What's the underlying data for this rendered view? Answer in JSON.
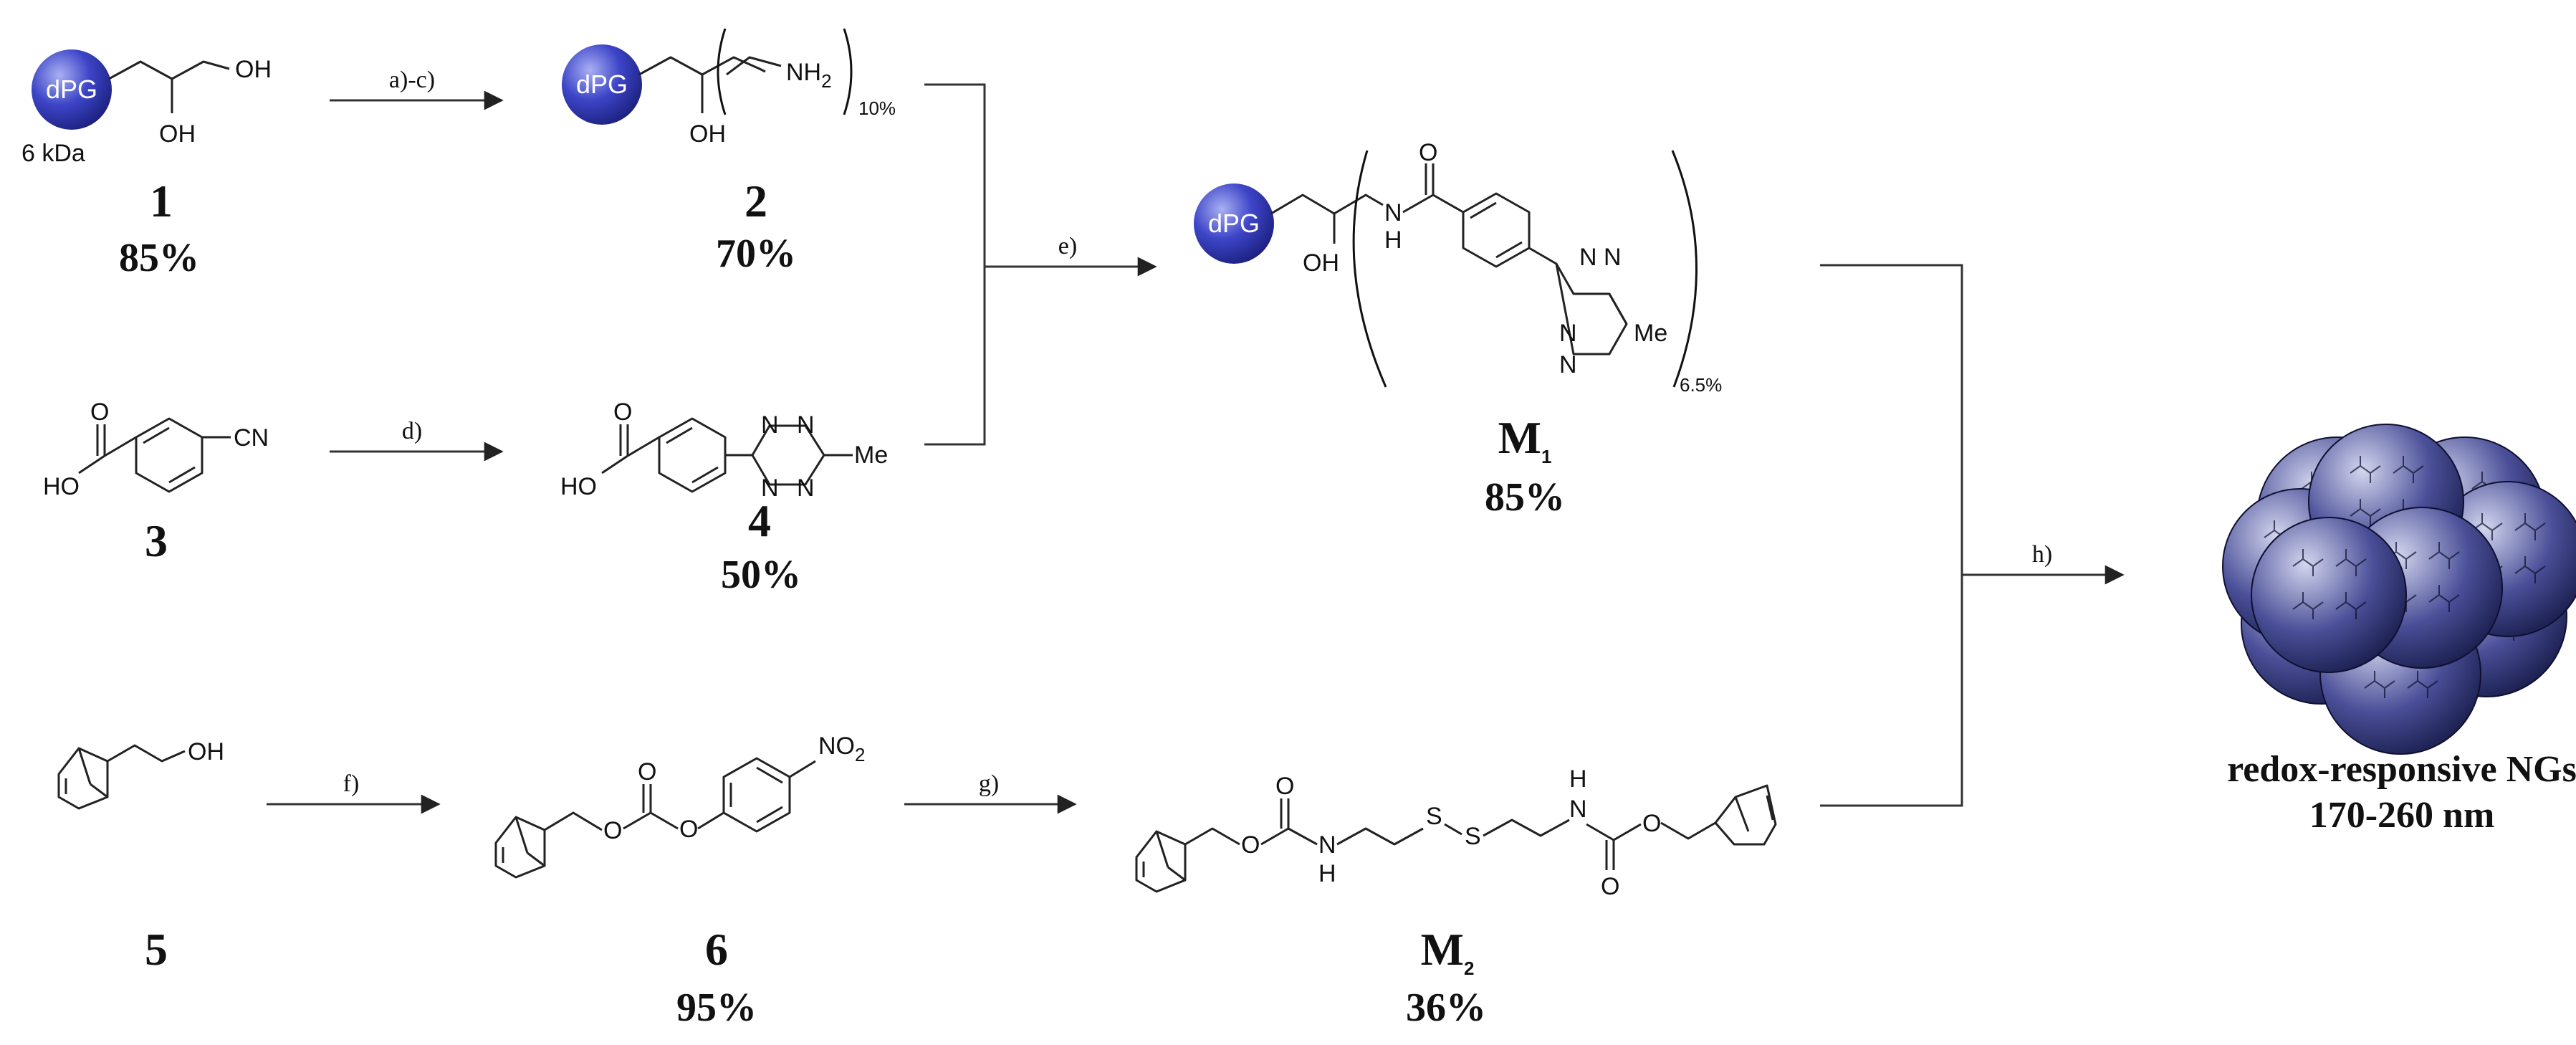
{
  "compounds": {
    "c1": {
      "number": "1",
      "yield": "85%",
      "bead": "dPG",
      "mass": "6 kDa"
    },
    "c2": {
      "number": "2",
      "yield": "70%",
      "bead": "dPG",
      "subscript": "10%"
    },
    "c3": {
      "number": "3"
    },
    "c4": {
      "number": "4",
      "yield": "50%"
    },
    "m1": {
      "number": "M",
      "sub": "1",
      "yield": "85%",
      "bead": "dPG",
      "subscript": "6.5%"
    },
    "c5": {
      "number": "5"
    },
    "c6": {
      "number": "6",
      "yield": "95%"
    },
    "m2": {
      "number": "M",
      "sub": "2",
      "yield": "36%"
    }
  },
  "conditions": {
    "ac": "a)-c)",
    "d": "d)",
    "e": "e)",
    "f": "f)",
    "g": "g)",
    "h": "h)"
  },
  "atoms": {
    "oh": "OH",
    "nh2": "NH",
    "two": "2",
    "ho": "HO",
    "cn": "CN",
    "o": "O",
    "n": "N",
    "me": "Me",
    "h": "H",
    "no2": "NO",
    "s": "S"
  },
  "product": {
    "title": "redox-responsive NGs",
    "size": "170-260 nm"
  },
  "colors": {
    "bead_light": "#9fa6ee",
    "bead_mid": "#3d45c8",
    "bead_dark": "#1a1f7a",
    "sphere_light": "#c7cbe8",
    "sphere_mid": "#3a3f8a",
    "sphere_dark": "#141844"
  }
}
